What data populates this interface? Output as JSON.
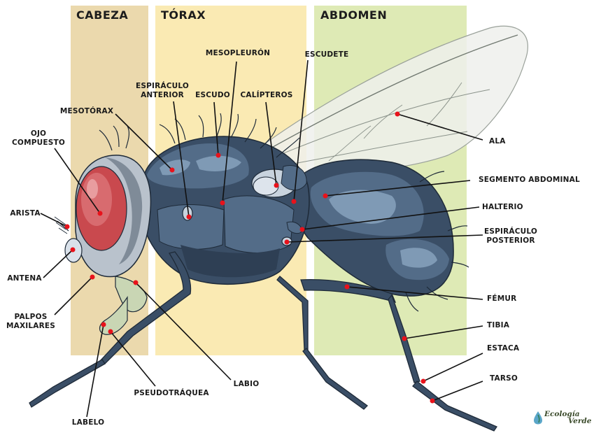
{
  "colors": {
    "head_band": "#ebd9ad",
    "thorax_band": "#faeab3",
    "abdomen_band": "#deeab5",
    "body_dark": "#3a4e66",
    "body_mid": "#536c88",
    "body_light": "#7f9ab5",
    "eye": "#c9494e",
    "pointer_dot": "#e8121b",
    "leader_line": "#111111"
  },
  "regions": {
    "head": "CABEZA",
    "thorax": "TÓRAX",
    "abdomen": "ABDOMEN"
  },
  "labels": {
    "mesopleuron": "MESOPLEURÓN",
    "escudete": "ESCUDETE",
    "espiraculo_anterior_1": "ESPIRÁCULO",
    "espiraculo_anterior_2": "ANTERIOR",
    "escudo": "ESCUDO",
    "calipteros": "CALÍPTEROS",
    "mesotorax": "MESOTÓRAX",
    "ojo_compuesto_1": "OJO",
    "ojo_compuesto_2": "COMPUESTO",
    "arista": "ARISTA",
    "antena": "ANTENA",
    "palpos_1": "PALPOS",
    "palpos_2": "MAXILARES",
    "pseudotraquea": "PSEUDOTRÁQUEA",
    "labio": "LABIO",
    "labelo": "LABELO",
    "ala": "ALA",
    "segmento_abdominal": "SEGMENTO ABDOMINAL",
    "halterio": "HALTERIO",
    "espiraculo_posterior_1": "ESPIRÁCULO",
    "espiraculo_posterior_2": "POSTERIOR",
    "femur": "FÉMUR",
    "tibia": "TIBIA",
    "estaca": "ESTACA",
    "tarso": "TARSO"
  },
  "brand": {
    "name": "Ecología",
    "sub": "Verde",
    "logo_icon": "leaf-drop-icon"
  }
}
